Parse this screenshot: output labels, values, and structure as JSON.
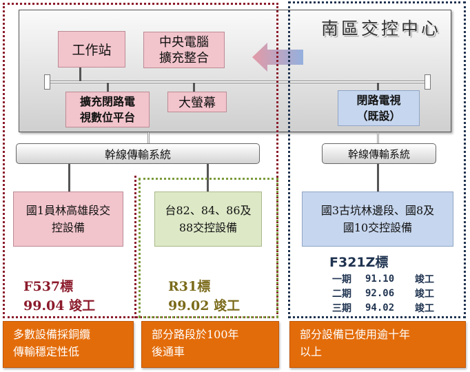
{
  "panel": {
    "title": "南區交控中心"
  },
  "nodes": {
    "workstation": "工作站",
    "central_line1": "中央電腦",
    "central_line2": "擴充整合",
    "cctv_platform_line1": "擴充閉路電",
    "cctv_platform_line2": "視數位平台",
    "big_screen": "大螢幕",
    "cctv_existing_line1": "閉路電視",
    "cctv_existing_line2": "（既設）"
  },
  "trunk": {
    "left": "幹線傳輸系統",
    "right": "幹線傳輸系統"
  },
  "equipment": {
    "left_line1": "國1員林高雄段交",
    "left_line2": "控設備",
    "middle_line1": "台82、84、86及",
    "middle_line2": "88交控設備",
    "right_line1": "國3古坑林邊段、國8及",
    "right_line2": "國10交控設備"
  },
  "bids": {
    "f537_name": "F537標",
    "f537_date": "99.04 竣工",
    "r31_name": "R31標",
    "r31_date": "99.02 竣工",
    "f321z_name": "F321Z標",
    "phases": [
      {
        "phase": "一期",
        "date": "91.10",
        "status": "竣工"
      },
      {
        "phase": "二期",
        "date": "92.06",
        "status": "竣工"
      },
      {
        "phase": "三期",
        "date": "94.02",
        "status": "竣工"
      }
    ]
  },
  "notes": {
    "left_line1": "多數設備採銅纜",
    "left_line2": "傳輸穩定性低",
    "middle_line1": "部分路段於100年",
    "middle_line2": "後通車",
    "right_line1": "部分設備已使用逾十年",
    "right_line2": "以上"
  },
  "colors": {
    "pink": "#f2c4cc",
    "blue": "#c6d6ee",
    "green": "#dde8c6",
    "orange": "#e36c0a",
    "bid_red": "#8b1a2b",
    "bid_green": "#7a6a1a",
    "bid_navy": "#1f3350"
  }
}
